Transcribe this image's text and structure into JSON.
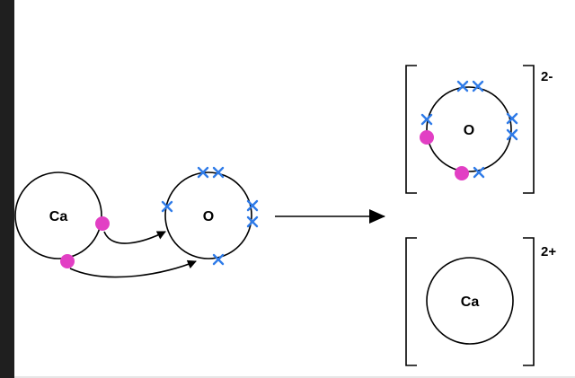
{
  "atoms": {
    "ca_left": {
      "symbol": "Ca"
    },
    "o_left": {
      "symbol": "O"
    },
    "o_ion": {
      "symbol": "O",
      "charge": "2-"
    },
    "ca_ion": {
      "symbol": "Ca",
      "charge": "2+"
    }
  },
  "colors": {
    "transferred_electron": "#e23fc4",
    "oxygen_electron": "#2f7be8",
    "line": "#000000",
    "background": "#ffffff",
    "left_strip": "#1f1f1f"
  },
  "icons": {
    "transferred_electron": "magenta-dot",
    "oxygen_electron": "blue-cross"
  }
}
